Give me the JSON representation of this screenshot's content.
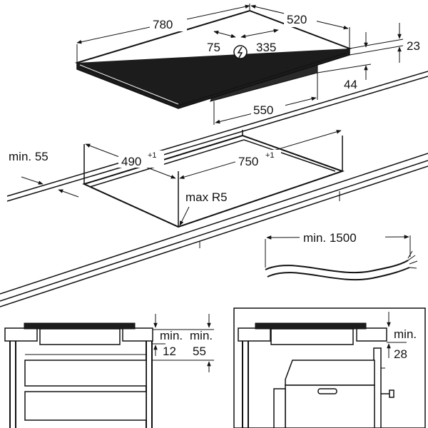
{
  "hob_dimensions": {
    "width": "780",
    "depth": "520",
    "thickness": "23",
    "body_depth": "44",
    "body_width": "550",
    "cable_offset": "75",
    "cable_position": "335"
  },
  "cutout_dimensions": {
    "front_clearance": "min. 55",
    "cutout_depth": "490",
    "cutout_depth_tolerance": "+1",
    "cutout_width": "750",
    "cutout_width_tolerance": "+1",
    "corner_radius": "max R5"
  },
  "cable": {
    "min_length": "min. 1500"
  },
  "drawer_install": {
    "gap_label_1": "min.",
    "gap_value_1": "12",
    "gap_label_2": "min.",
    "gap_value_2": "55"
  },
  "oven_install": {
    "gap_label": "min.",
    "gap_value": "28"
  },
  "icons": {
    "power": "power-connection-icon"
  }
}
